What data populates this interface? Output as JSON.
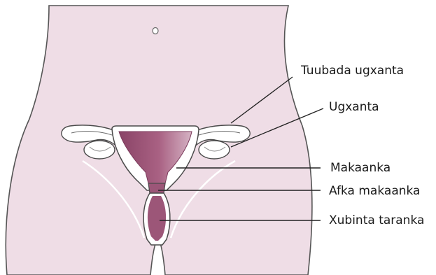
{
  "labels": {
    "fallopian_tube": "Tuubada ugxanta",
    "ovary": "Ugxanta",
    "uterus": "Makaanka",
    "cervix": "Afka makaanka",
    "vagina": "Xubinta taranka"
  },
  "colors": {
    "body_fill": "#efdde6",
    "body_outline": "#555555",
    "uterus_fill": "#9c5678",
    "uterus_dark": "#7b3a5b",
    "organ_white": "#ffffff",
    "leader_line": "#222222"
  }
}
